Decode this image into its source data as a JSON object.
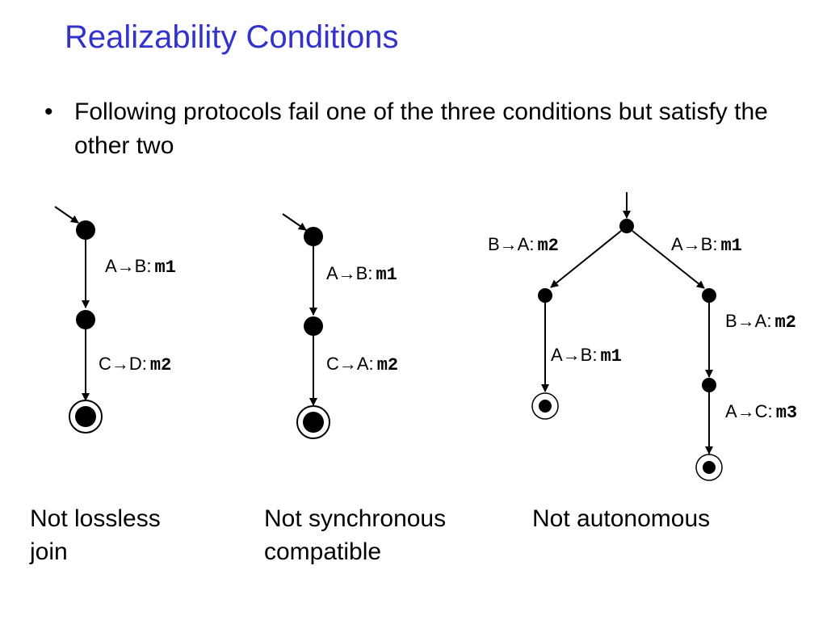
{
  "slide": {
    "title": "Realizability Conditions",
    "bullet_symbol": "•",
    "bullet": "Following protocols fail one of the three conditions but satisfy the other two"
  },
  "diagrams": [
    {
      "caption_line1": "Not lossless",
      "caption_line2": "join",
      "transitions": [
        {
          "action": "A→B:",
          "message": "m1"
        },
        {
          "action": "C→D:",
          "message": "m2"
        }
      ]
    },
    {
      "caption_line1": "Not synchronous",
      "caption_line2": "compatible",
      "transitions": [
        {
          "action": "A→B:",
          "message": "m1"
        },
        {
          "action": "C→A:",
          "message": "m2"
        }
      ]
    },
    {
      "caption_line1": "Not autonomous",
      "caption_line2": "",
      "transitions": [
        {
          "action": "B→A:",
          "message": "m2"
        },
        {
          "action": "A→B:",
          "message": "m1"
        },
        {
          "action": "A→B:",
          "message": "m1"
        },
        {
          "action": "B→A:",
          "message": "m2"
        },
        {
          "action": "A→C:",
          "message": "m3"
        }
      ]
    }
  ]
}
